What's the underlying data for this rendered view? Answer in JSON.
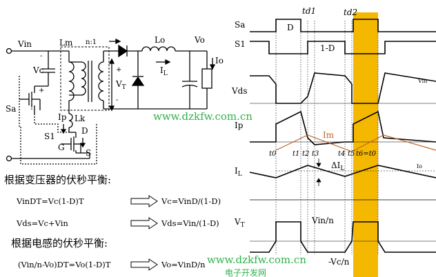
{
  "circuit": {
    "vin": "Vin",
    "lm": "Lm",
    "ratio": "n:1",
    "lo": "Lo",
    "vo": "Vo",
    "io": "Io",
    "il": "I",
    "il_sub": "L",
    "vc": "Vc",
    "sa": "Sa",
    "ip": "Ip",
    "lk": "Lk",
    "s1": "S1",
    "g": "G",
    "d": "D",
    "s": "S",
    "vt": "V",
    "vt_sub": "T",
    "plus": "+",
    "minus": "-"
  },
  "waveform": {
    "sa": "Sa",
    "s1": "S1",
    "d": "D",
    "one_minus_d": "1-D",
    "td1": "td1",
    "td2": "td2",
    "vds": "Vds",
    "vin_level": "Vin",
    "ip": "Ip",
    "im": "Im",
    "t0": "t0",
    "t1": "t1",
    "t2": "t2",
    "t3": "t3",
    "t4": "t4",
    "t5": "t5",
    "t6": "t6=t0",
    "il": "I",
    "il_sub": "L",
    "delta_il": "ΔI",
    "delta_il_sub": "L",
    "io": "Io",
    "vt": "V",
    "vt_sub": "T",
    "vin_n": "Vin/n",
    "neg_vc_n": "-Vc/n",
    "highlight_color": "#f5b800",
    "im_color": "#c0622a"
  },
  "equations": {
    "transformer_title": "根据变压器的伏秒平衡:",
    "eq1_left": "VinDT=Vc(1-D)T",
    "eq1_right": "Vc=VinD/(1-D)",
    "eq2_left": "Vds=Vc+Vin",
    "eq2_right": "Vds=Vin/(1-D)",
    "inductor_title": "根据电感的伏秒平衡:",
    "eq3_left": "(Vin/n-Vo)DT=Vo(1-D)T",
    "eq3_right": "Vo=VinD/n"
  },
  "watermark": {
    "url_top": "www.dzkfw.com.cn",
    "url_bottom": "www.dzkfw.com.cn",
    "site_name": "电子开发网",
    "color": "#2fb24a"
  }
}
